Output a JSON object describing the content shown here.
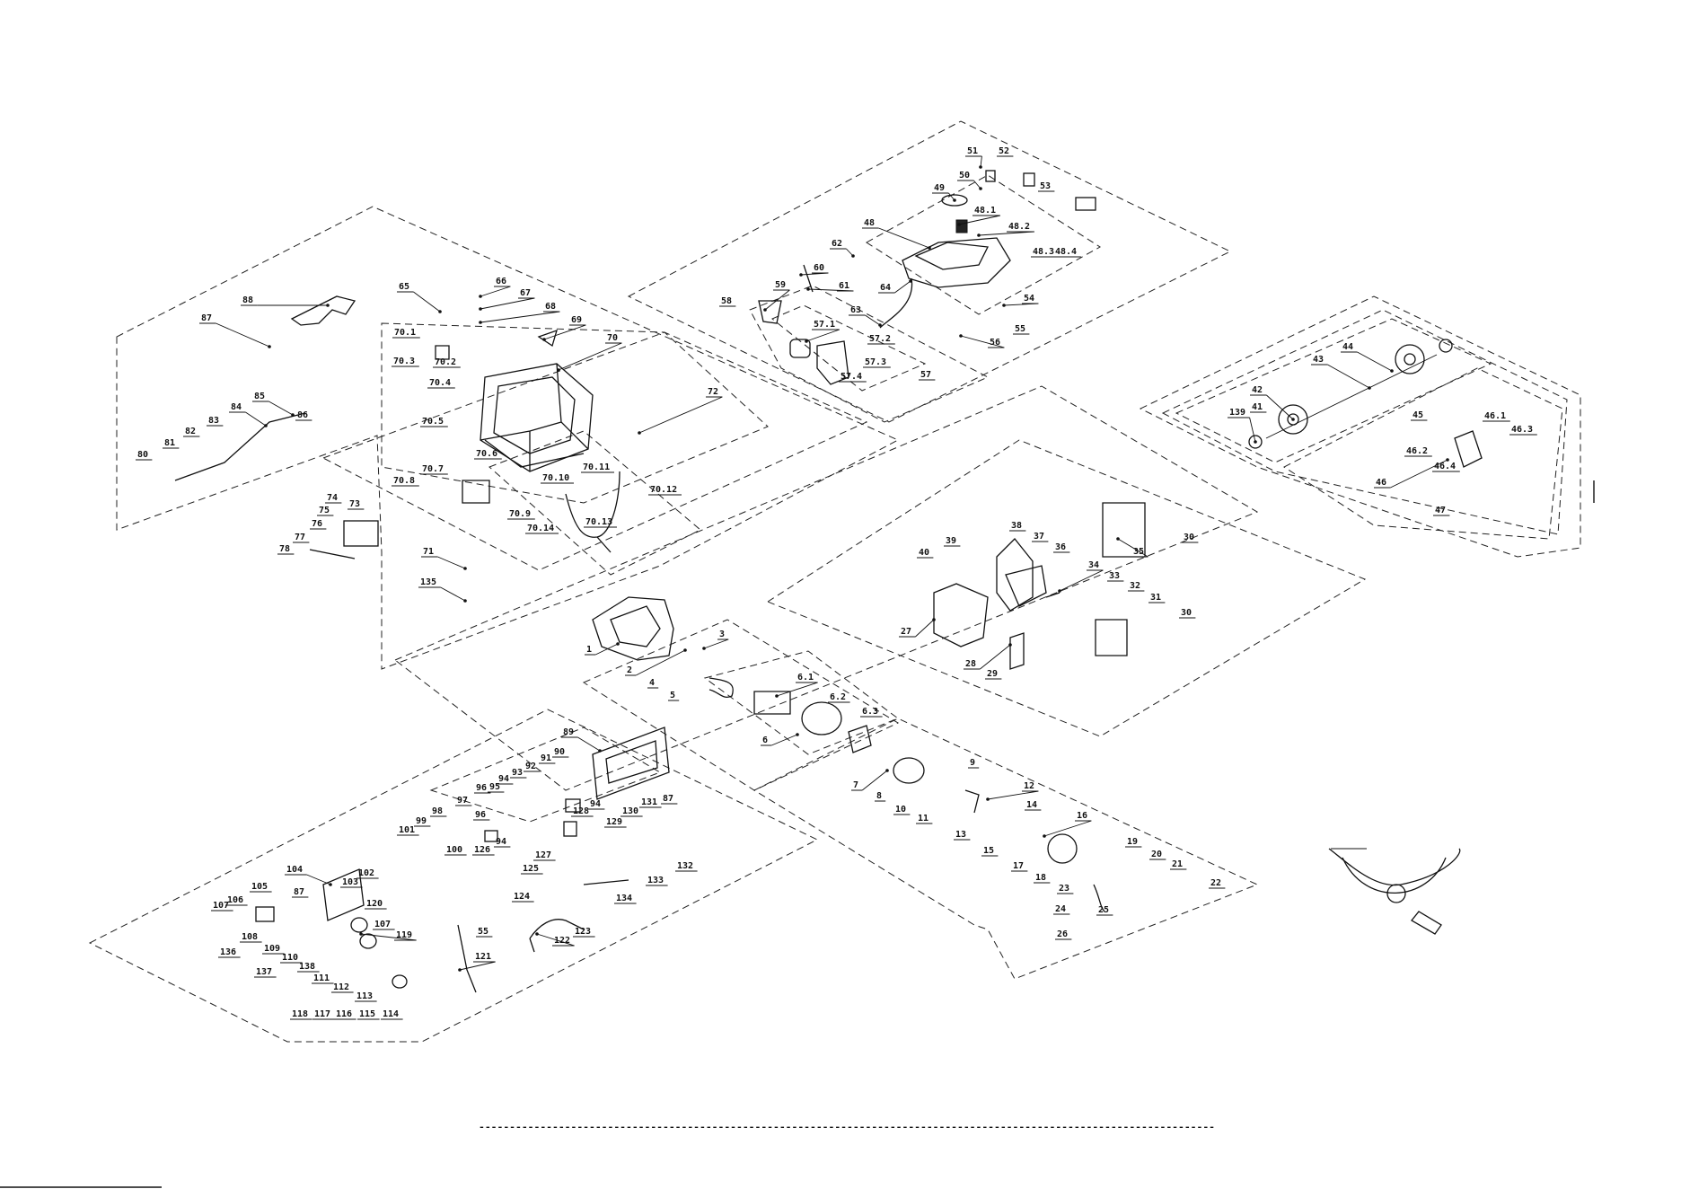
{
  "diagram": {
    "footer_rule": "------------------------------------------------------------------------------------------------------------------------",
    "parts": [
      {
        "id": "label-51",
        "text": "51"
      },
      {
        "id": "label-52",
        "text": "52"
      },
      {
        "id": "label-50",
        "text": "50"
      },
      {
        "id": "label-53",
        "text": "53"
      },
      {
        "id": "label-49",
        "text": "49"
      },
      {
        "id": "label-48-1",
        "text": "48.1"
      },
      {
        "id": "label-48",
        "text": "48"
      },
      {
        "id": "label-48-2",
        "text": "48.2"
      },
      {
        "id": "label-48-3",
        "text": "48.3"
      },
      {
        "id": "label-48-4",
        "text": "48.4"
      },
      {
        "id": "label-62",
        "text": "62"
      },
      {
        "id": "label-60",
        "text": "60"
      },
      {
        "id": "label-61",
        "text": "61"
      },
      {
        "id": "label-59",
        "text": "59"
      },
      {
        "id": "label-58",
        "text": "58"
      },
      {
        "id": "label-64",
        "text": "64"
      },
      {
        "id": "label-63",
        "text": "63"
      },
      {
        "id": "label-54",
        "text": "54"
      },
      {
        "id": "label-55",
        "text": "55"
      },
      {
        "id": "label-56",
        "text": "56"
      },
      {
        "id": "label-57-1",
        "text": "57.1"
      },
      {
        "id": "label-57-2",
        "text": "57.2"
      },
      {
        "id": "label-57-3",
        "text": "57.3"
      },
      {
        "id": "label-57-4",
        "text": "57.4"
      },
      {
        "id": "label-57",
        "text": "57"
      },
      {
        "id": "label-65",
        "text": "65"
      },
      {
        "id": "label-66",
        "text": "66"
      },
      {
        "id": "label-67",
        "text": "67"
      },
      {
        "id": "label-68",
        "text": "68"
      },
      {
        "id": "label-69",
        "text": "69"
      },
      {
        "id": "label-70",
        "text": "70"
      },
      {
        "id": "label-70-1",
        "text": "70.1"
      },
      {
        "id": "label-70-2",
        "text": "70.2"
      },
      {
        "id": "label-70-3",
        "text": "70.3"
      },
      {
        "id": "label-70-4",
        "text": "70.4"
      },
      {
        "id": "label-70-5",
        "text": "70.5"
      },
      {
        "id": "label-70-6",
        "text": "70.6"
      },
      {
        "id": "label-70-7",
        "text": "70.7"
      },
      {
        "id": "label-70-8",
        "text": "70.8"
      },
      {
        "id": "label-70-9",
        "text": "70.9"
      },
      {
        "id": "label-70-10",
        "text": "70.10"
      },
      {
        "id": "label-70-11",
        "text": "70.11"
      },
      {
        "id": "label-70-12",
        "text": "70.12"
      },
      {
        "id": "label-70-13",
        "text": "70.13"
      },
      {
        "id": "label-70-14",
        "text": "70.14"
      },
      {
        "id": "label-72",
        "text": "72"
      },
      {
        "id": "label-71",
        "text": "71"
      },
      {
        "id": "label-135",
        "text": "135"
      },
      {
        "id": "label-88",
        "text": "88"
      },
      {
        "id": "label-87-top",
        "text": "87"
      },
      {
        "id": "label-85",
        "text": "85"
      },
      {
        "id": "label-86",
        "text": "86"
      },
      {
        "id": "label-84",
        "text": "84"
      },
      {
        "id": "label-83",
        "text": "83"
      },
      {
        "id": "label-82",
        "text": "82"
      },
      {
        "id": "label-81",
        "text": "81"
      },
      {
        "id": "label-80",
        "text": "80"
      },
      {
        "id": "label-74",
        "text": "74"
      },
      {
        "id": "label-75",
        "text": "75"
      },
      {
        "id": "label-73",
        "text": "73"
      },
      {
        "id": "label-76",
        "text": "76"
      },
      {
        "id": "label-77",
        "text": "77"
      },
      {
        "id": "label-78",
        "text": "78"
      },
      {
        "id": "label-1",
        "text": "1"
      },
      {
        "id": "label-2",
        "text": "2"
      },
      {
        "id": "label-3",
        "text": "3"
      },
      {
        "id": "label-4",
        "text": "4"
      },
      {
        "id": "label-5",
        "text": "5"
      },
      {
        "id": "label-6-1",
        "text": "6.1"
      },
      {
        "id": "label-6-2",
        "text": "6.2"
      },
      {
        "id": "label-6-3",
        "text": "6.3"
      },
      {
        "id": "label-6",
        "text": "6"
      },
      {
        "id": "label-7",
        "text": "7"
      },
      {
        "id": "label-8",
        "text": "8"
      },
      {
        "id": "label-9",
        "text": "9"
      },
      {
        "id": "label-10",
        "text": "10"
      },
      {
        "id": "label-11",
        "text": "11"
      },
      {
        "id": "label-12",
        "text": "12"
      },
      {
        "id": "label-13",
        "text": "13"
      },
      {
        "id": "label-14",
        "text": "14"
      },
      {
        "id": "label-15",
        "text": "15"
      },
      {
        "id": "label-16",
        "text": "16"
      },
      {
        "id": "label-17",
        "text": "17"
      },
      {
        "id": "label-18",
        "text": "18"
      },
      {
        "id": "label-19",
        "text": "19"
      },
      {
        "id": "label-20",
        "text": "20"
      },
      {
        "id": "label-21",
        "text": "21"
      },
      {
        "id": "label-22",
        "text": "22"
      },
      {
        "id": "label-23",
        "text": "23"
      },
      {
        "id": "label-24",
        "text": "24"
      },
      {
        "id": "label-25",
        "text": "25"
      },
      {
        "id": "label-26",
        "text": "26"
      },
      {
        "id": "label-27",
        "text": "27"
      },
      {
        "id": "label-28",
        "text": "28"
      },
      {
        "id": "label-29",
        "text": "29"
      },
      {
        "id": "label-30-top",
        "text": "30"
      },
      {
        "id": "label-30-bottom",
        "text": "30"
      },
      {
        "id": "label-31",
        "text": "31"
      },
      {
        "id": "label-32",
        "text": "32"
      },
      {
        "id": "label-33",
        "text": "33"
      },
      {
        "id": "label-34",
        "text": "34"
      },
      {
        "id": "label-35",
        "text": "35"
      },
      {
        "id": "label-36",
        "text": "36"
      },
      {
        "id": "label-37",
        "text": "37"
      },
      {
        "id": "label-38",
        "text": "38"
      },
      {
        "id": "label-39",
        "text": "39"
      },
      {
        "id": "label-40",
        "text": "40"
      },
      {
        "id": "label-139",
        "text": "139"
      },
      {
        "id": "label-41",
        "text": "41"
      },
      {
        "id": "label-42",
        "text": "42"
      },
      {
        "id": "label-43",
        "text": "43"
      },
      {
        "id": "label-44",
        "text": "44"
      },
      {
        "id": "label-45",
        "text": "45"
      },
      {
        "id": "label-46-1",
        "text": "46.1"
      },
      {
        "id": "label-46-3",
        "text": "46.3"
      },
      {
        "id": "label-46-2",
        "text": "46.2"
      },
      {
        "id": "label-46-4",
        "text": "46.4"
      },
      {
        "id": "label-46",
        "text": "46"
      },
      {
        "id": "label-47",
        "text": "47"
      },
      {
        "id": "label-89",
        "text": "89"
      },
      {
        "id": "label-90",
        "text": "90"
      },
      {
        "id": "label-91",
        "text": "91"
      },
      {
        "id": "label-92",
        "text": "92"
      },
      {
        "id": "label-93",
        "text": "93"
      },
      {
        "id": "label-94-a",
        "text": "94"
      },
      {
        "id": "label-95",
        "text": "95"
      },
      {
        "id": "label-96-a",
        "text": "96"
      },
      {
        "id": "label-97",
        "text": "97"
      },
      {
        "id": "label-96-b",
        "text": "96"
      },
      {
        "id": "label-94-b",
        "text": "94"
      },
      {
        "id": "label-98",
        "text": "98"
      },
      {
        "id": "label-99",
        "text": "99"
      },
      {
        "id": "label-101",
        "text": "101"
      },
      {
        "id": "label-100",
        "text": "100"
      },
      {
        "id": "label-126",
        "text": "126"
      },
      {
        "id": "label-125",
        "text": "125"
      },
      {
        "id": "label-127",
        "text": "127"
      },
      {
        "id": "label-128",
        "text": "128"
      },
      {
        "id": "label-94-c",
        "text": "94"
      },
      {
        "id": "label-129",
        "text": "129"
      },
      {
        "id": "label-130",
        "text": "130"
      },
      {
        "id": "label-131",
        "text": "131"
      },
      {
        "id": "label-87-bottom",
        "text": "87"
      },
      {
        "id": "label-132",
        "text": "132"
      },
      {
        "id": "label-133",
        "text": "133"
      },
      {
        "id": "label-134",
        "text": "134"
      },
      {
        "id": "label-124",
        "text": "124"
      },
      {
        "id": "label-123",
        "text": "123"
      },
      {
        "id": "label-122",
        "text": "122"
      },
      {
        "id": "label-121",
        "text": "121"
      },
      {
        "id": "label-55-lower",
        "text": "55"
      },
      {
        "id": "label-104",
        "text": "104"
      },
      {
        "id": "label-102",
        "text": "102"
      },
      {
        "id": "label-103",
        "text": "103"
      },
      {
        "id": "label-120",
        "text": "120"
      },
      {
        "id": "label-105",
        "text": "105"
      },
      {
        "id": "label-106",
        "text": "106"
      },
      {
        "id": "label-107-a",
        "text": "107"
      },
      {
        "id": "label-87-c",
        "text": "87"
      },
      {
        "id": "label-107-b",
        "text": "107"
      },
      {
        "id": "label-119",
        "text": "119"
      },
      {
        "id": "label-108",
        "text": "108"
      },
      {
        "id": "label-136",
        "text": "136"
      },
      {
        "id": "label-109",
        "text": "109"
      },
      {
        "id": "label-110",
        "text": "110"
      },
      {
        "id": "label-137",
        "text": "137"
      },
      {
        "id": "label-138",
        "text": "138"
      },
      {
        "id": "label-111",
        "text": "111"
      },
      {
        "id": "label-112",
        "text": "112"
      },
      {
        "id": "label-113",
        "text": "113"
      },
      {
        "id": "label-118",
        "text": "118"
      },
      {
        "id": "label-117",
        "text": "117"
      },
      {
        "id": "label-116",
        "text": "116"
      },
      {
        "id": "label-115",
        "text": "115"
      },
      {
        "id": "label-114",
        "text": "114"
      }
    ]
  }
}
